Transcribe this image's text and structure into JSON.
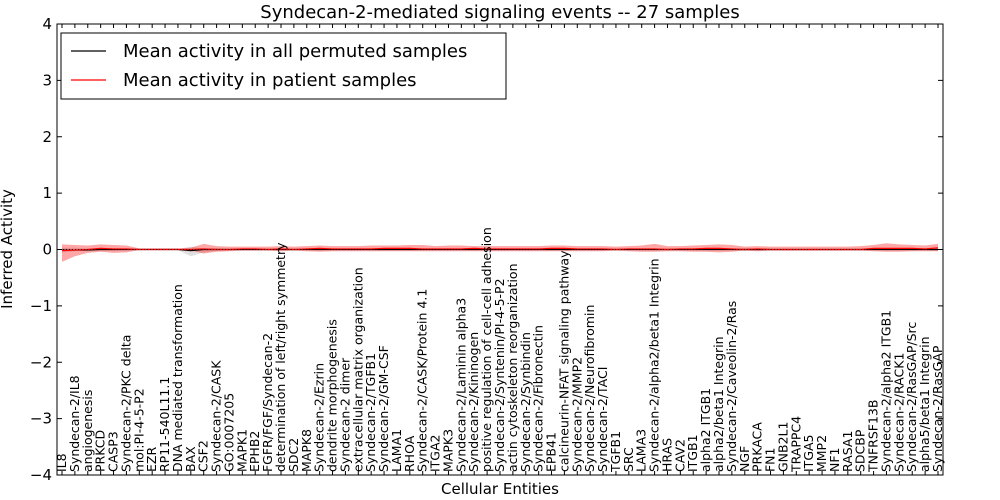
{
  "chart_data": {
    "type": "line",
    "title": "Syndecan-2-mediated signaling events -- 27 samples",
    "xlabel": "Cellular Entities",
    "ylabel": "Inferred Activity",
    "ylim": [
      -4,
      4
    ],
    "yticks": [
      -4,
      -3,
      -2,
      -1,
      0,
      1,
      2,
      3,
      4
    ],
    "grid": false,
    "legend_position": "top-left",
    "categories": [
      "IL8",
      "Syndecan-2/IL8",
      "angiogenesis",
      "PRKCD",
      "CASP3",
      "Syndecan-2/PKC delta",
      "mol:PI-4-5-P2",
      "EZR",
      "RP11-540L11.1",
      "DNA mediated transformation",
      "BAX",
      "CSF2",
      "Syndecan-2/CASK",
      "GO:0007205",
      "MAPK1",
      "EPHB2",
      "FGFR/FGF/Syndecan-2",
      "determination of left/right symmetry",
      "SDC2",
      "MAPK8",
      "Syndecan-2/Ezrin",
      "dendrite morphogenesis",
      "Syndecan-2 dimer",
      "extracellular matrix organization",
      "Syndecan-2/TGFB1",
      "Syndecan-2/GM-CSF",
      "LAMA1",
      "RHOA",
      "Syndecan-2/CASK/Protein 4.1",
      "ITGA2",
      "MAPK3",
      "Syndecan-2/Laminin alpha3",
      "Syndecan-2/Kininogen",
      "positive regulation of cell-cell adhesion",
      "Syndecan-2/Syntenin/PI-4-5-P2",
      "actin cytoskeleton reorganization",
      "Syndecan-2/Synbindin",
      "Syndecan-2/Fibronectin",
      "EPB41",
      "calcineurin-NFAT signaling pathway",
      "Syndecan-2/MMP2",
      "Syndecan-2/Neurofibromin",
      "Syndecan-2/TACI",
      "TGFB1",
      "SRC",
      "LAMA3",
      "Syndecan-2/alpha2/beta1 Integrin",
      "HRAS",
      "CAV2",
      "ITGB1",
      "alpha2 ITGB1",
      "alpha2/beta1 Integrin",
      "Syndecan-2/Caveolin-2/Ras",
      "NGF",
      "PRKACA",
      "FN1",
      "GNB2L1",
      "TRAPPC4",
      "ITGA5",
      "MMP2",
      "NF1",
      "RASA1",
      "SDCBP",
      "TNFRSF13B",
      "Syndecan-2/alpha2 ITGB1",
      "Syndecan-2/RACK1",
      "Syndecan-2/RasGAP/Src",
      "alpha5/beta1 Integrin",
      "Syndecan-2/RasGAP"
    ],
    "series": [
      {
        "name": "Mean activity in all permuted samples",
        "color": "#000000",
        "values": [
          -0.01,
          -0.01,
          -0.01,
          0.0,
          0.0,
          0.0,
          0.0,
          0.0,
          0.0,
          0.0,
          -0.02,
          0.0,
          0.0,
          0.0,
          0.0,
          0.0,
          0.0,
          0.0,
          0.0,
          0.0,
          0.0,
          0.0,
          0.0,
          0.0,
          0.0,
          0.0,
          0.0,
          0.0,
          0.0,
          0.0,
          0.0,
          0.0,
          0.0,
          0.0,
          0.0,
          0.0,
          0.0,
          0.0,
          0.0,
          0.0,
          0.0,
          0.0,
          0.0,
          0.0,
          0.0,
          0.0,
          0.0,
          0.0,
          0.0,
          0.0,
          0.0,
          0.0,
          0.0,
          0.0,
          0.0,
          0.0,
          0.0,
          0.0,
          0.0,
          0.0,
          0.0,
          0.0,
          0.0,
          0.0,
          0.0,
          0.0,
          0.0,
          0.0,
          0.0
        ],
        "band_low": [
          -0.05,
          -0.03,
          -0.02,
          -0.02,
          -0.02,
          -0.01,
          -0.01,
          -0.01,
          -0.01,
          -0.01,
          -0.12,
          -0.05,
          -0.02,
          -0.01,
          -0.01,
          -0.01,
          -0.01,
          -0.01,
          -0.01,
          -0.01,
          -0.01,
          -0.01,
          -0.01,
          -0.01,
          -0.01,
          -0.01,
          -0.01,
          -0.01,
          -0.01,
          -0.01,
          -0.01,
          -0.01,
          -0.01,
          -0.01,
          -0.01,
          -0.01,
          -0.01,
          -0.01,
          -0.01,
          -0.01,
          -0.01,
          -0.01,
          -0.01,
          -0.01,
          -0.01,
          -0.01,
          -0.01,
          -0.01,
          -0.01,
          -0.01,
          -0.01,
          -0.01,
          -0.01,
          -0.02,
          -0.02,
          -0.01,
          -0.01,
          -0.01,
          -0.01,
          -0.01,
          -0.01,
          -0.01,
          -0.01,
          -0.01,
          -0.01,
          -0.01,
          -0.01,
          -0.01,
          -0.02
        ],
        "band_high": [
          0.03,
          0.03,
          0.02,
          0.02,
          0.02,
          0.01,
          0.01,
          0.01,
          0.01,
          0.01,
          0.05,
          0.02,
          0.02,
          0.01,
          0.01,
          0.01,
          0.01,
          0.01,
          0.01,
          0.01,
          0.01,
          0.01,
          0.01,
          0.01,
          0.01,
          0.01,
          0.01,
          0.01,
          0.01,
          0.01,
          0.01,
          0.01,
          0.01,
          0.01,
          0.01,
          0.01,
          0.01,
          0.01,
          0.01,
          0.01,
          0.01,
          0.01,
          0.01,
          0.01,
          0.01,
          0.01,
          0.01,
          0.01,
          0.01,
          0.01,
          0.01,
          0.01,
          0.01,
          0.02,
          0.02,
          0.01,
          0.01,
          0.01,
          0.01,
          0.01,
          0.01,
          0.01,
          0.01,
          0.01,
          0.01,
          0.01,
          0.01,
          0.01,
          0.02
        ]
      },
      {
        "name": "Mean activity in patient samples",
        "color": "#ff0000",
        "values": [
          -0.02,
          -0.01,
          0.0,
          0.02,
          0.01,
          0.01,
          0.0,
          0.0,
          0.0,
          0.0,
          0.0,
          0.01,
          0.0,
          0.0,
          0.01,
          0.01,
          0.0,
          0.01,
          0.0,
          0.01,
          0.02,
          0.01,
          0.01,
          0.01,
          0.01,
          0.02,
          0.02,
          0.02,
          0.01,
          0.01,
          0.01,
          0.01,
          0.02,
          0.01,
          0.01,
          0.01,
          0.01,
          0.01,
          0.02,
          0.02,
          0.01,
          0.01,
          0.01,
          0.0,
          0.01,
          0.01,
          0.01,
          0.0,
          0.01,
          0.01,
          0.02,
          0.02,
          0.01,
          0.0,
          0.01,
          0.0,
          0.0,
          0.0,
          0.0,
          0.0,
          0.0,
          0.0,
          0.0,
          0.02,
          0.02,
          0.02,
          0.02,
          0.01,
          0.03
        ],
        "band_low": [
          -0.22,
          -0.12,
          -0.06,
          -0.04,
          -0.06,
          -0.05,
          -0.01,
          -0.01,
          -0.01,
          -0.01,
          -0.02,
          -0.07,
          -0.04,
          -0.03,
          -0.02,
          -0.02,
          -0.02,
          -0.03,
          -0.02,
          -0.03,
          -0.04,
          -0.03,
          -0.03,
          -0.03,
          -0.03,
          -0.03,
          -0.03,
          -0.03,
          -0.03,
          -0.03,
          -0.03,
          -0.03,
          -0.03,
          -0.03,
          -0.03,
          -0.03,
          -0.03,
          -0.03,
          -0.03,
          -0.03,
          -0.03,
          -0.03,
          -0.03,
          -0.02,
          -0.03,
          -0.04,
          -0.04,
          -0.03,
          -0.03,
          -0.04,
          -0.04,
          -0.05,
          -0.04,
          -0.02,
          -0.03,
          -0.02,
          -0.02,
          -0.02,
          -0.02,
          -0.02,
          -0.02,
          -0.02,
          -0.02,
          -0.03,
          -0.04,
          -0.04,
          -0.03,
          -0.03,
          -0.03
        ],
        "band_high": [
          0.09,
          0.08,
          0.07,
          0.09,
          0.08,
          0.07,
          0.02,
          0.02,
          0.02,
          0.02,
          0.03,
          0.1,
          0.06,
          0.05,
          0.05,
          0.05,
          0.05,
          0.06,
          0.05,
          0.06,
          0.07,
          0.06,
          0.06,
          0.06,
          0.07,
          0.07,
          0.07,
          0.08,
          0.08,
          0.06,
          0.07,
          0.07,
          0.06,
          0.06,
          0.06,
          0.06,
          0.06,
          0.06,
          0.07,
          0.07,
          0.06,
          0.06,
          0.06,
          0.05,
          0.06,
          0.07,
          0.1,
          0.06,
          0.06,
          0.07,
          0.08,
          0.09,
          0.08,
          0.05,
          0.06,
          0.05,
          0.05,
          0.05,
          0.05,
          0.05,
          0.05,
          0.05,
          0.06,
          0.08,
          0.11,
          0.09,
          0.08,
          0.07,
          0.1
        ]
      }
    ]
  }
}
